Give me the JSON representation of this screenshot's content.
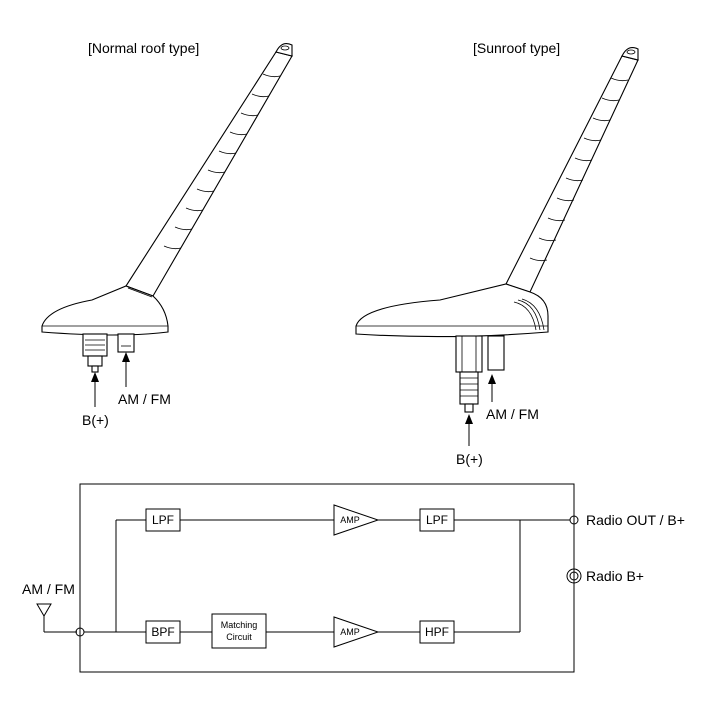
{
  "figures": {
    "normal_roof": {
      "title": "[Normal roof type]",
      "label_bplus": "B(+)",
      "label_amfm": "AM / FM"
    },
    "sunroof": {
      "title": "[Sunroof type]",
      "label_bplus": "B(+)",
      "label_amfm": "AM / FM"
    }
  },
  "block_diagram": {
    "input_label": "AM / FM",
    "upper_path": {
      "lpf_in": "LPF",
      "amp": "AMP",
      "lpf_out": "LPF"
    },
    "lower_path": {
      "bpf": "BPF",
      "matching_line1": "Matching",
      "matching_line2": "Circuit",
      "amp": "AMP",
      "hpf": "HPF"
    },
    "output_label": "Radio OUT / B+",
    "radio_bplus_label": "Radio B+"
  }
}
